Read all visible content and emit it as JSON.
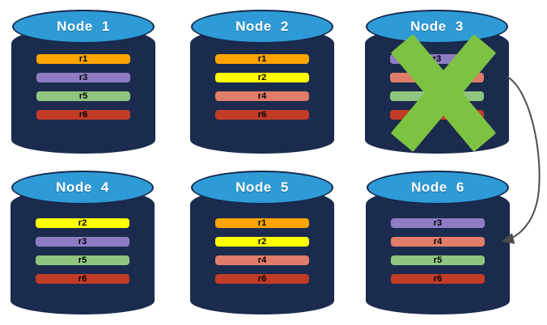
{
  "diagram": {
    "background_color": "#FFFFFF",
    "node_body_color": "#1B2B4D",
    "node_top_color": "#2E9BD6",
    "node_title_color": "#FFFFFF",
    "bar_label_color": "#000000",
    "failure_x_color": "#7DC241",
    "arrow_color": "#4D4D4D",
    "replica_colors": {
      "r1": "#FCA402",
      "r2": "#FFFF00",
      "r3": "#8E7CC3",
      "r4": "#E07C6A",
      "r5": "#8FC57E",
      "r6": "#C23B26"
    },
    "nodes": [
      {
        "title": "Node 1",
        "failed": false,
        "replicas": [
          {
            "label": "r1",
            "color": "#FCA402"
          },
          {
            "label": "r3",
            "color": "#8E7CC3"
          },
          {
            "label": "r5",
            "color": "#8FC57E"
          },
          {
            "label": "r6",
            "color": "#C23B26"
          }
        ]
      },
      {
        "title": "Node 2",
        "failed": false,
        "replicas": [
          {
            "label": "r1",
            "color": "#FCA402"
          },
          {
            "label": "r2",
            "color": "#FFFF00"
          },
          {
            "label": "r4",
            "color": "#E07C6A"
          },
          {
            "label": "r6",
            "color": "#C23B26"
          }
        ]
      },
      {
        "title": "Node 3",
        "failed": true,
        "replicas": [
          {
            "label": "r3",
            "color": "#8E7CC3"
          },
          {
            "label": "",
            "color": "#E07C6A"
          },
          {
            "label": "",
            "color": "#8FC57E"
          },
          {
            "label": "",
            "color": "#C23B26"
          }
        ]
      },
      {
        "title": "Node 4",
        "failed": false,
        "replicas": [
          {
            "label": "r2",
            "color": "#FFFF00"
          },
          {
            "label": "r3",
            "color": "#8E7CC3"
          },
          {
            "label": "r5",
            "color": "#8FC57E"
          },
          {
            "label": "r6",
            "color": "#C23B26"
          }
        ]
      },
      {
        "title": "Node 5",
        "failed": false,
        "replicas": [
          {
            "label": "r1",
            "color": "#FCA402"
          },
          {
            "label": "r2",
            "color": "#FFFF00"
          },
          {
            "label": "r4",
            "color": "#E07C6A"
          },
          {
            "label": "r6",
            "color": "#C23B26"
          }
        ]
      },
      {
        "title": "Node 6",
        "failed": false,
        "replicas": [
          {
            "label": "r3",
            "color": "#8E7CC3"
          },
          {
            "label": "r4",
            "color": "#E07C6A"
          },
          {
            "label": "r5",
            "color": "#8FC57E"
          },
          {
            "label": "r6",
            "color": "#C23B26"
          }
        ]
      }
    ]
  }
}
